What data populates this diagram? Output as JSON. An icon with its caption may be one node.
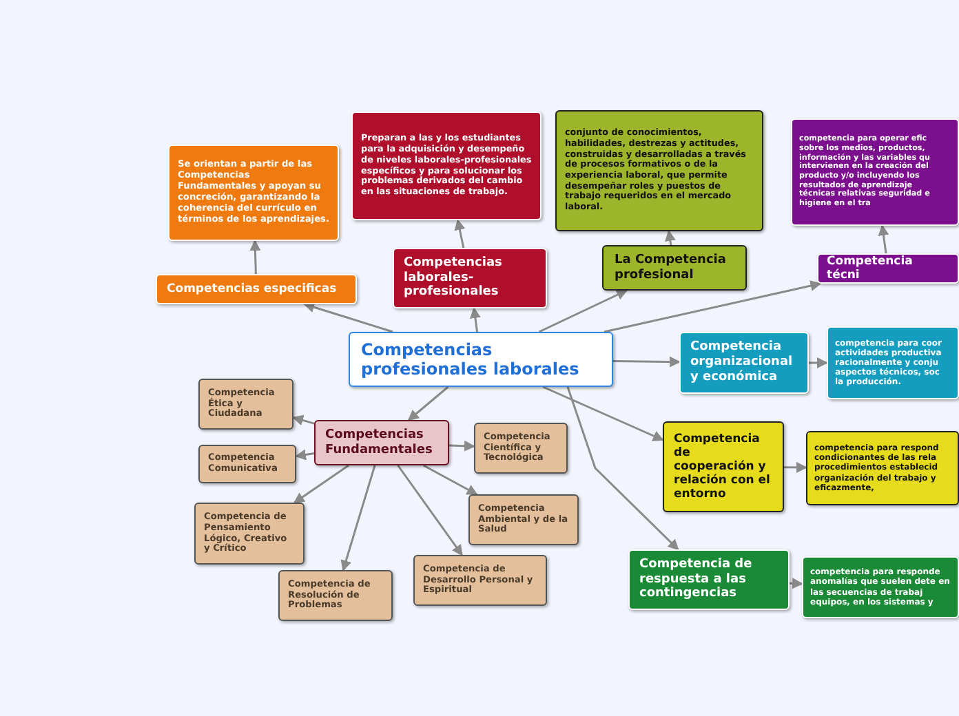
{
  "diagram": {
    "nodes": [
      {
        "text": [
          "Competencias profesionales laborales"
        ]
      },
      {
        "text": [
          "Competencias especificas"
        ]
      },
      {
        "text": [
          "Se orientan a partir de las Competencias Fundamentales y apoyan su concreción, garantizando la coherencia del currículo en términos de los aprendizajes."
        ]
      },
      {
        "text": [
          "Competencias laborales-profesionales"
        ]
      },
      {
        "text": [
          "Preparan a las y los estudiantes para la adquisición y desempeño de niveles laborales-profesionales específicos y para solucionar los problemas derivados del cambio en las situaciones de trabajo."
        ]
      },
      {
        "text": [
          "La Competencia profesional"
        ]
      },
      {
        "text": [
          "conjunto de conocimientos, habilidades, destrezas y actitudes, construidas y desarrolladas a través de procesos formativos o de la experiencia laboral, que permite desempeñar roles y puestos de trabajo requeridos en el mercado laboral."
        ]
      },
      {
        "text": [
          "Competencia técni"
        ]
      },
      {
        "text": [
          "competencia para operar efic sobre los medios, productos, información y las variables qu intervienen en la creación del producto y/o incluyendo los resultados de aprendizaje técnicas relativas seguridad e higiene en el tra"
        ]
      },
      {
        "text": [
          "Competencia organizacional y económica"
        ]
      },
      {
        "text": [
          "competencia para coor actividades productiva racionalmente y conju aspectos técnicos, soc la producción."
        ]
      },
      {
        "text": [
          "Competencia de cooperación y relación con el entorno"
        ]
      },
      {
        "text": [
          "competencia para respond condicionantes de las rela procedimientos establecid organización del trabajo y eficazmente,"
        ]
      },
      {
        "text": [
          "Competencia de respuesta a las contingencias"
        ]
      },
      {
        "text": [
          "competencia para responde anomalías que suelen dete en las secuencias de trabaj equipos, en los sistemas y"
        ]
      },
      {
        "text": [
          "Competencias Fundamentales"
        ]
      },
      {
        "text": [
          "Competencia Ética y Ciudadana"
        ]
      },
      {
        "text": [
          "Competencia Comunicativa"
        ]
      },
      {
        "text": [
          "Competencia de Pensamiento Lógico, Creativo y Crítico"
        ]
      },
      {
        "text": [
          "Competencia de Resolución de Problemas"
        ]
      },
      {
        "text": [
          "Competencia de Desarrollo Personal y Espiritual"
        ]
      },
      {
        "text": [
          "Competencia Ambiental y de la Salud"
        ]
      },
      {
        "text": [
          "Competencia Científica y Tecnológica"
        ]
      }
    ],
    "edges": [
      {
        "from": 0,
        "to": 1,
        "arrow": "to"
      },
      {
        "from": 1,
        "to": 2,
        "arrow": "to"
      },
      {
        "from": 0,
        "to": 3,
        "arrow": "to"
      },
      {
        "from": 3,
        "to": 4,
        "arrow": "to"
      },
      {
        "from": 0,
        "to": 5,
        "arrow": "to"
      },
      {
        "from": 5,
        "to": 6,
        "arrow": "to"
      },
      {
        "from": 0,
        "to": 7,
        "arrow": "to"
      },
      {
        "from": 7,
        "to": 8,
        "arrow": "to"
      },
      {
        "from": 0,
        "to": 9,
        "arrow": "to"
      },
      {
        "from": 9,
        "to": 10,
        "arrow": "to"
      },
      {
        "from": 0,
        "to": 11,
        "arrow": "to"
      },
      {
        "from": 11,
        "to": 12,
        "arrow": "to"
      },
      {
        "from": 0,
        "to": 13,
        "arrow": "to"
      },
      {
        "from": 13,
        "to": 14,
        "arrow": "to"
      },
      {
        "from": 0,
        "to": 15,
        "arrow": "to"
      },
      {
        "from": 15,
        "to": 16,
        "arrow": "to"
      },
      {
        "from": 15,
        "to": 17,
        "arrow": "to"
      },
      {
        "from": 15,
        "to": 18,
        "arrow": "to"
      },
      {
        "from": 15,
        "to": 19,
        "arrow": "to"
      },
      {
        "from": 15,
        "to": 20,
        "arrow": "to"
      },
      {
        "from": 15,
        "to": 21,
        "arrow": "to"
      },
      {
        "from": 15,
        "to": 22,
        "arrow": "to"
      }
    ]
  }
}
